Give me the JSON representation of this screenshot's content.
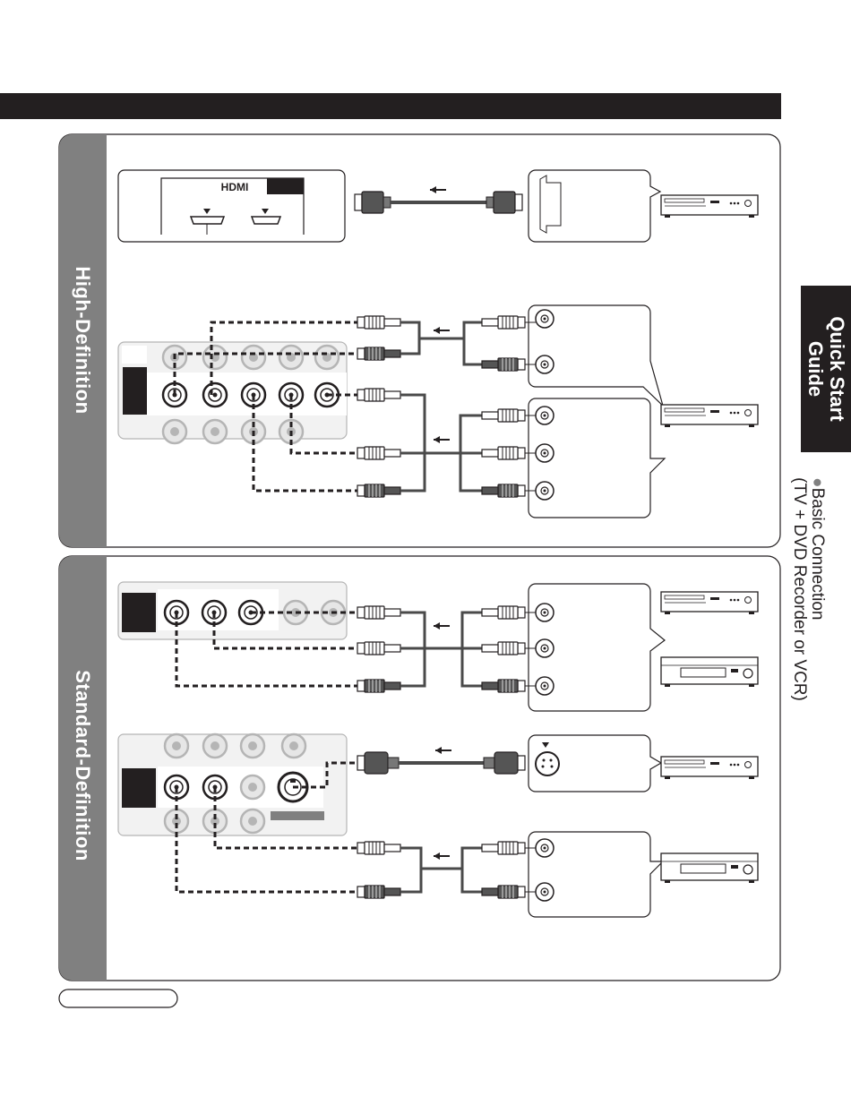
{
  "sections": {
    "high_definition": "High-Definition",
    "standard_definition": "Standard-Definition"
  },
  "side_tab": {
    "line1": "Quick Start",
    "line2": "Guide"
  },
  "side_caption": {
    "line1": "Basic Connection",
    "line2": "(TV + DVD Recorder or VCR)"
  },
  "hdmi_logo": "HDMI",
  "colors": {
    "header_bar": "#231f20",
    "section_band": "#808080",
    "tab_bg": "#231f20",
    "cable": "#4a4a4a",
    "dash": "#231f20"
  },
  "icons": [
    "hdmi-plug-icon",
    "rca-plug-icon",
    "s-video-plug-icon",
    "dvd-recorder-icon",
    "vcr-icon",
    "arrow-left-icon"
  ]
}
